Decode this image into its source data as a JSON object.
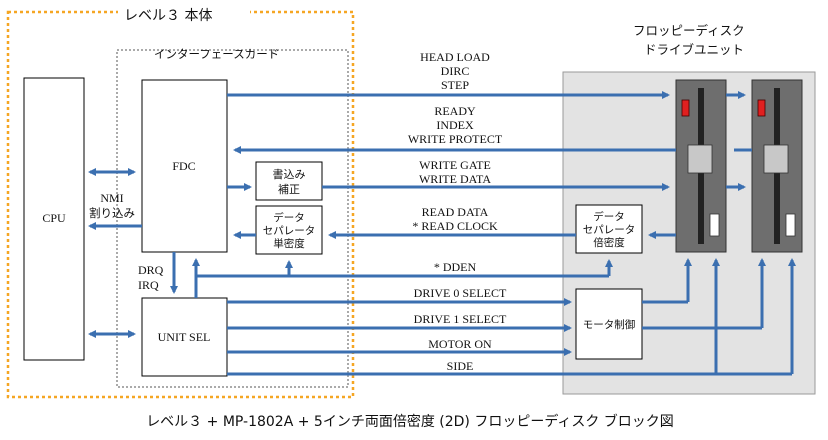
{
  "diagram": {
    "caption": "レベル３ + MP-1802A + 5インチ両面倍密度 (2D) フロッピーディスク ブロック図",
    "host_title": "レベル３ 本体",
    "card_title": "インターフェースカード",
    "fdd_title_1": "フロッピーディスク",
    "fdd_title_2": "ドライブユニット",
    "blocks": {
      "cpu": "CPU",
      "fdc": "FDC",
      "unit_sel": "UNIT SEL",
      "write_comp_1": "書込み",
      "write_comp_2": "補正",
      "separator_sd_1": "データ",
      "separator_sd_2": "セパレータ",
      "separator_sd_3": "単密度",
      "separator_dd_1": "データ",
      "separator_dd_2": "セパレータ",
      "separator_dd_3": "倍密度",
      "motor_ctrl": "モータ制御"
    },
    "labels": {
      "nmi_1": "NMI",
      "nmi_2": "割り込み",
      "drq": "DRQ",
      "irq": "IRQ"
    },
    "signals": {
      "head_load": "HEAD LOAD",
      "dirc": "DIRC",
      "step": "STEP",
      "ready": "READY",
      "index": "INDEX",
      "write_protect": "WRITE PROTECT",
      "write_gate": "WRITE GATE",
      "write_data": "WRITE DATA",
      "read_data": "READ DATA",
      "read_clock": "* READ CLOCK",
      "dden": "* DDEN",
      "drive0_select": "DRIVE 0 SELECT",
      "drive1_select": "DRIVE 1 SELECT",
      "motor_on": "MOTOR ON",
      "side": "SIDE"
    },
    "colors": {
      "wire": "#3b6fb0",
      "host_border": "#f5a623",
      "drive_panel": "#e3e3e3",
      "drive_body": "#6e6e6e",
      "led": "#e02020"
    }
  }
}
